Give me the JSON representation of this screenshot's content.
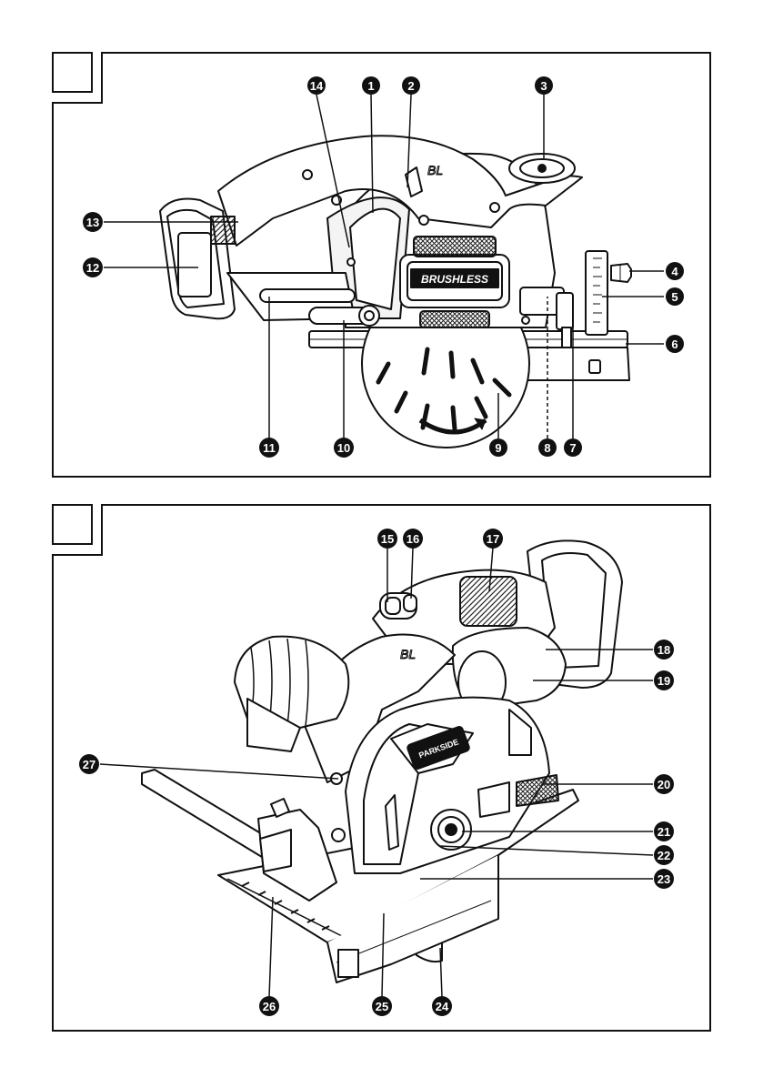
{
  "panels": [
    {
      "id": "figure-1",
      "callouts": [
        "14",
        "1",
        "2",
        "3",
        "4",
        "5",
        "6",
        "7",
        "8",
        "9",
        "10",
        "11",
        "12",
        "13"
      ]
    },
    {
      "id": "figure-2",
      "callouts": [
        "15",
        "16",
        "17",
        "18",
        "19",
        "20",
        "21",
        "22",
        "23",
        "24",
        "25",
        "26",
        "27"
      ]
    }
  ],
  "labels": {
    "1": "1",
    "2": "2",
    "3": "3",
    "4": "4",
    "5": "5",
    "6": "6",
    "7": "7",
    "8": "8",
    "9": "9",
    "10": "10",
    "11": "11",
    "12": "12",
    "13": "13",
    "14": "14",
    "15": "15",
    "16": "16",
    "17": "17",
    "18": "18",
    "19": "19",
    "20": "20",
    "21": "21",
    "22": "22",
    "23": "23",
    "24": "24",
    "25": "25",
    "26": "26",
    "27": "27"
  },
  "device_text": {
    "motor_badge": "BRUSHLESS",
    "housing_mark": "BL",
    "brand_plate": "PARKSIDE"
  },
  "colors": {
    "line": "#1a1a1a",
    "callout_fill": "#111111",
    "paper": "#ffffff"
  }
}
